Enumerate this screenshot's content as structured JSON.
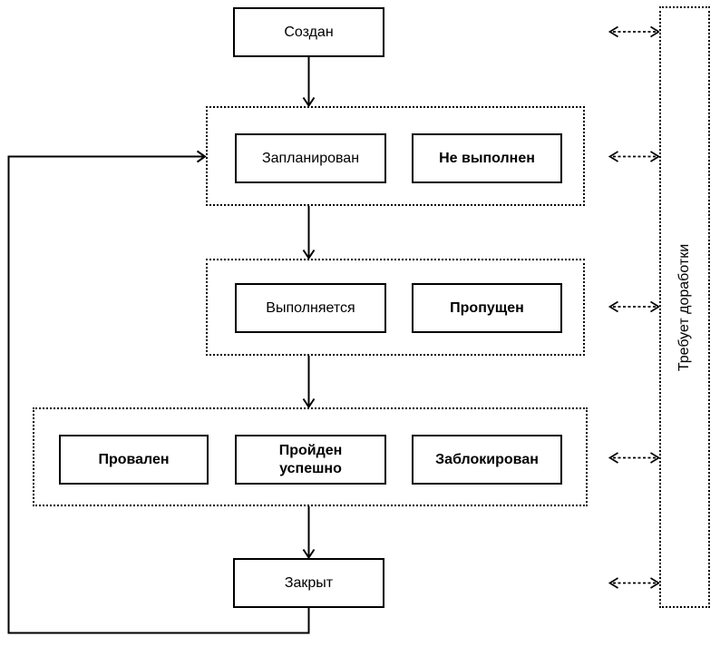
{
  "diagram": {
    "kind": "state-flow-diagram",
    "language": "ru",
    "nodes": {
      "created": {
        "label": "Создан"
      },
      "planned": {
        "label": "Запланирован"
      },
      "not_executed": {
        "label": "Не выполнен"
      },
      "in_progress": {
        "label": "Выполняется"
      },
      "skipped": {
        "label": "Пропущен"
      },
      "failed": {
        "label": "Провален"
      },
      "passed": {
        "label": "Пройден успешно"
      },
      "blocked": {
        "label": "Заблокирован"
      },
      "closed": {
        "label": "Закрыт"
      },
      "needs_rework": {
        "label": "Требует доработки"
      }
    },
    "edges": [
      {
        "from": "created",
        "to": "planned|not_executed",
        "style": "solid-arrow"
      },
      {
        "from": "planned|not_executed",
        "to": "in_progress|skipped",
        "style": "solid-arrow"
      },
      {
        "from": "in_progress|skipped",
        "to": "failed|passed|blocked",
        "style": "solid-arrow"
      },
      {
        "from": "failed|passed|blocked",
        "to": "closed",
        "style": "solid-arrow"
      },
      {
        "from": "closed",
        "to": "planned|not_executed",
        "style": "solid-arrow-loop-left"
      },
      {
        "from": "created",
        "to": "needs_rework",
        "style": "dashed-double-arrow"
      },
      {
        "from": "planned|not_executed",
        "to": "needs_rework",
        "style": "dashed-double-arrow"
      },
      {
        "from": "in_progress|skipped",
        "to": "needs_rework",
        "style": "dashed-double-arrow"
      },
      {
        "from": "failed|passed|blocked",
        "to": "needs_rework",
        "style": "dashed-double-arrow"
      },
      {
        "from": "closed",
        "to": "needs_rework",
        "style": "dashed-double-arrow"
      }
    ],
    "colors": {
      "line": "#000000",
      "text": "#000000",
      "background": "#ffffff"
    }
  }
}
